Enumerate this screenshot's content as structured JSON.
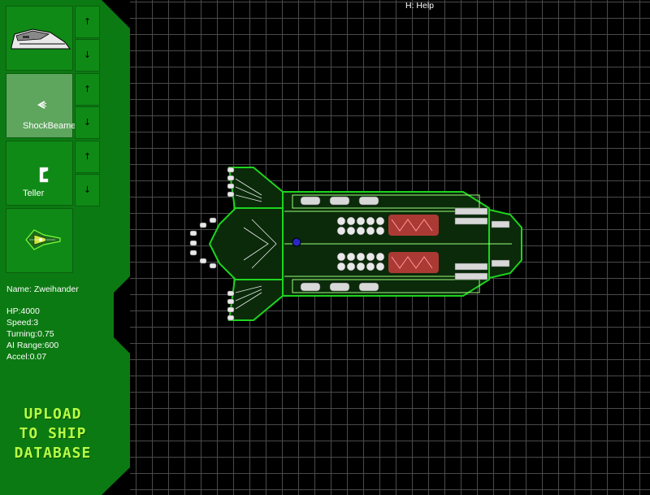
{
  "help": "H: Help",
  "slots": [
    {
      "label": "",
      "icon": "shuttle-ship-icon",
      "selected": false
    },
    {
      "label": "ShockBeame",
      "icon": "shockbeam-weapon-icon",
      "selected": true
    },
    {
      "label": "Teller",
      "icon": "teller-weapon-icon",
      "selected": false
    },
    {
      "label": "",
      "icon": "fighter-ship-icon",
      "selected": false
    }
  ],
  "arrows": {
    "up": "↑",
    "down": "↓"
  },
  "ship": {
    "name": "Name: Zweihander",
    "hp": "HP:4000",
    "speed": "Speed:3",
    "turning": "Turning:0.75",
    "ai_range": "AI Range:600",
    "accel": "Accel:0.07"
  },
  "upload": {
    "line1": "UPLOAD",
    "line2": "TO SHIP",
    "line3": "DATABASE"
  },
  "colors": {
    "panel": "#0c7a12",
    "slot": "#0f8a16",
    "selected_slot": "#5ea55e",
    "upload_text": "#b6ff44",
    "hull": "#1ed41e",
    "engine": "#c83c3c",
    "grid": "#4a4a4a"
  }
}
